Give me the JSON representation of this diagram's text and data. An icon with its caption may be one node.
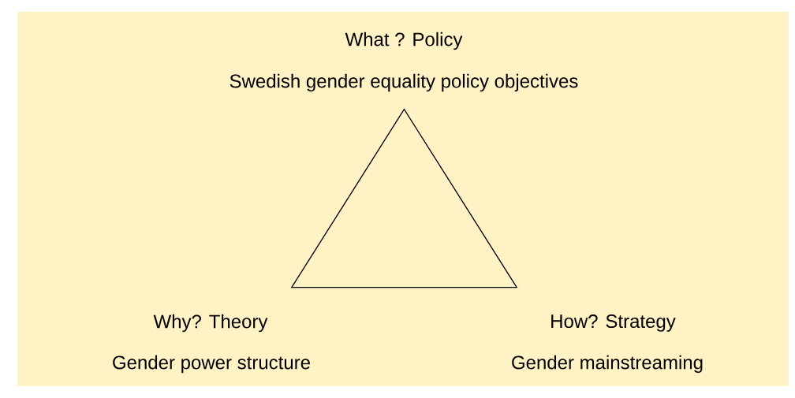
{
  "diagram": {
    "nodes": [
      {
        "text": [],
        "shape": "triangle"
      }
    ],
    "labels": [
      "What ? Policy",
      "Swedish gender equality policy objectives",
      "Why? Theory",
      "Gender power structure",
      "How? Strategy",
      "Gender mainstreaming"
    ]
  }
}
